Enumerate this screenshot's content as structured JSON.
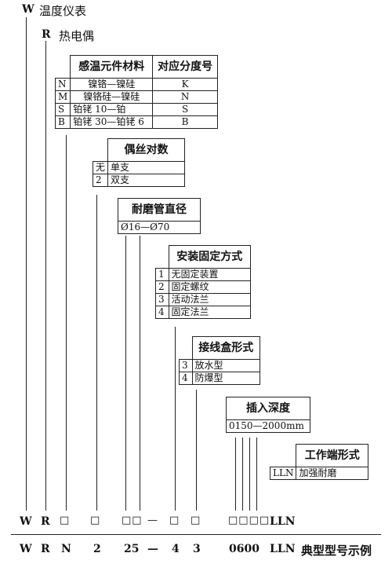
{
  "title": {
    "letter": "W",
    "text": "温度仪表"
  },
  "subtitle": {
    "letter": "R",
    "text": "热电偶"
  },
  "table1": {
    "header": [
      "感温元件材料",
      "对应分度号"
    ],
    "rows": [
      {
        "code": "N",
        "material": "镍铬—镍硅",
        "grade": "K"
      },
      {
        "code": "M",
        "material": "镍铬硅—镍硅",
        "grade": "N"
      },
      {
        "code": "S",
        "material": "铂铑 10—铂",
        "grade": "S"
      },
      {
        "code": "B",
        "material": "铂铑 30—铂铑 6",
        "grade": "B"
      }
    ]
  },
  "table2": {
    "header": "偶丝对数",
    "rows": [
      {
        "code": "无",
        "value": "单支"
      },
      {
        "code": "2",
        "value": "双支"
      }
    ]
  },
  "table3": {
    "header": "耐磨管直径",
    "rows": [
      {
        "value": "Ø16—Ø70"
      }
    ]
  },
  "table4": {
    "header": "安装固定方式",
    "rows": [
      {
        "code": "1",
        "value": "无固定装置"
      },
      {
        "code": "2",
        "value": "固定螺纹"
      },
      {
        "code": "3",
        "value": "活动法兰"
      },
      {
        "code": "4",
        "value": "固定法兰"
      }
    ]
  },
  "table5": {
    "header": "接线盒形式",
    "rows": [
      {
        "code": "3",
        "value": "放水型"
      },
      {
        "code": "4",
        "value": "防爆型"
      }
    ]
  },
  "table6": {
    "header": "插入深度",
    "rows": [
      {
        "value": "0150—2000mm"
      }
    ]
  },
  "table7": {
    "header": "工作端形式",
    "rows": [
      {
        "code": "LLN",
        "value": "加强耐磨"
      }
    ]
  },
  "format_row": {
    "w": "W",
    "r": "R",
    "box": "□",
    "box2": "□□",
    "dash": "—",
    "box4": "□□□□",
    "lln": "LLN"
  },
  "example_row": {
    "w": "W",
    "r": "R",
    "n": "N",
    "two": "2",
    "dia": "25",
    "dash": "—",
    "four": "4",
    "three": "3",
    "depth": "0600",
    "lln": "LLN",
    "caption": "典型型号示例"
  }
}
